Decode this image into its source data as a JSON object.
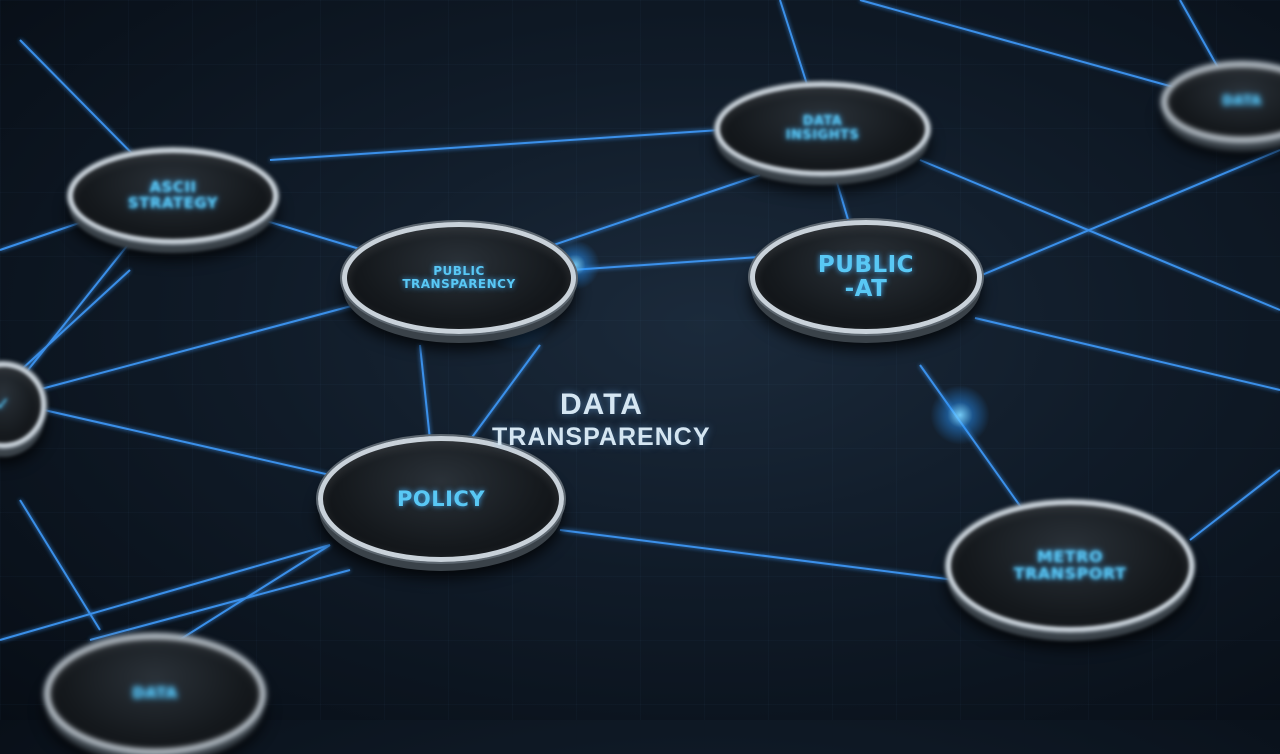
{
  "headline": {
    "line1": "DATA",
    "line2": "TRANSPARENCY"
  },
  "nodes": [
    {
      "id": "policy",
      "label": "POLICY"
    },
    {
      "id": "public-dat",
      "label": "PUBLIC\n-AT"
    },
    {
      "id": "top-left",
      "label": "ASCII\nSTRATEGY"
    },
    {
      "id": "center-left",
      "label": "PUBLIC\nTRANSPARENCY"
    },
    {
      "id": "top-center",
      "label": "DATA\nINSIGHTS"
    },
    {
      "id": "bottom-right",
      "label": "METRO\nTRANSPORT"
    },
    {
      "id": "top-right",
      "label": "DATA"
    },
    {
      "id": "bottom-left",
      "label": "DATA"
    }
  ],
  "colors": {
    "accent": "#4aa8ff",
    "label": "#59c8f5",
    "background": "#0b1420"
  }
}
